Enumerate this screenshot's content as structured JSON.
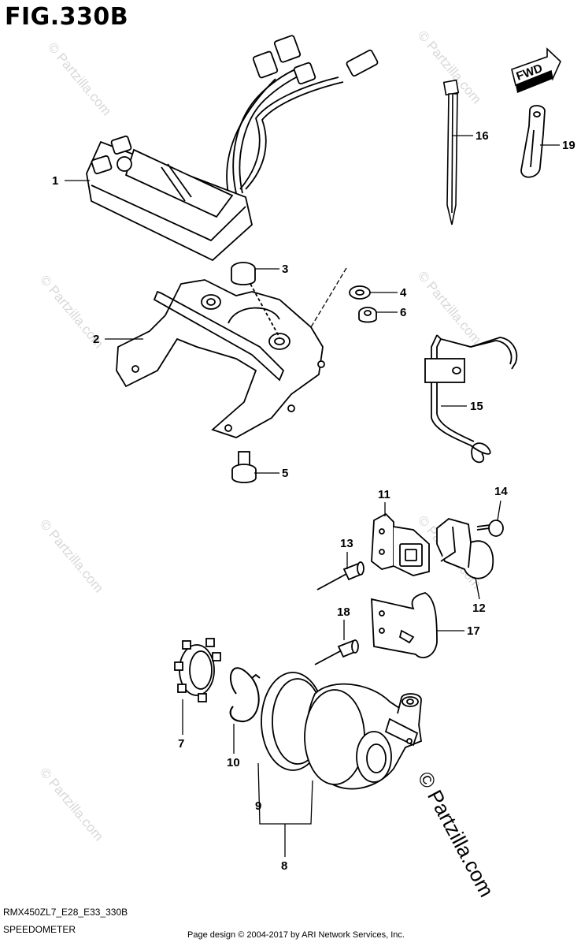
{
  "figure": {
    "title": "FIG.330B",
    "code": "RMX450ZL7_E28_E33_330B",
    "name": "SPEEDOMETER",
    "page_credit": "Page design © 2004-2017 by ARI Network Services, Inc."
  },
  "watermark": {
    "text": "© Partzilla.com",
    "strong_text": "© Partzilla.com"
  },
  "direction_label": "FWD",
  "callouts": {
    "c1": "1",
    "c2": "2",
    "c3": "3",
    "c4": "4",
    "c5": "5",
    "c6": "6",
    "c7": "7",
    "c8": "8",
    "c9": "9",
    "c10": "10",
    "c11": "11",
    "c12": "12",
    "c13": "13",
    "c14": "14",
    "c15": "15",
    "c16": "16",
    "c17": "17",
    "c18": "18",
    "c19": "19"
  }
}
